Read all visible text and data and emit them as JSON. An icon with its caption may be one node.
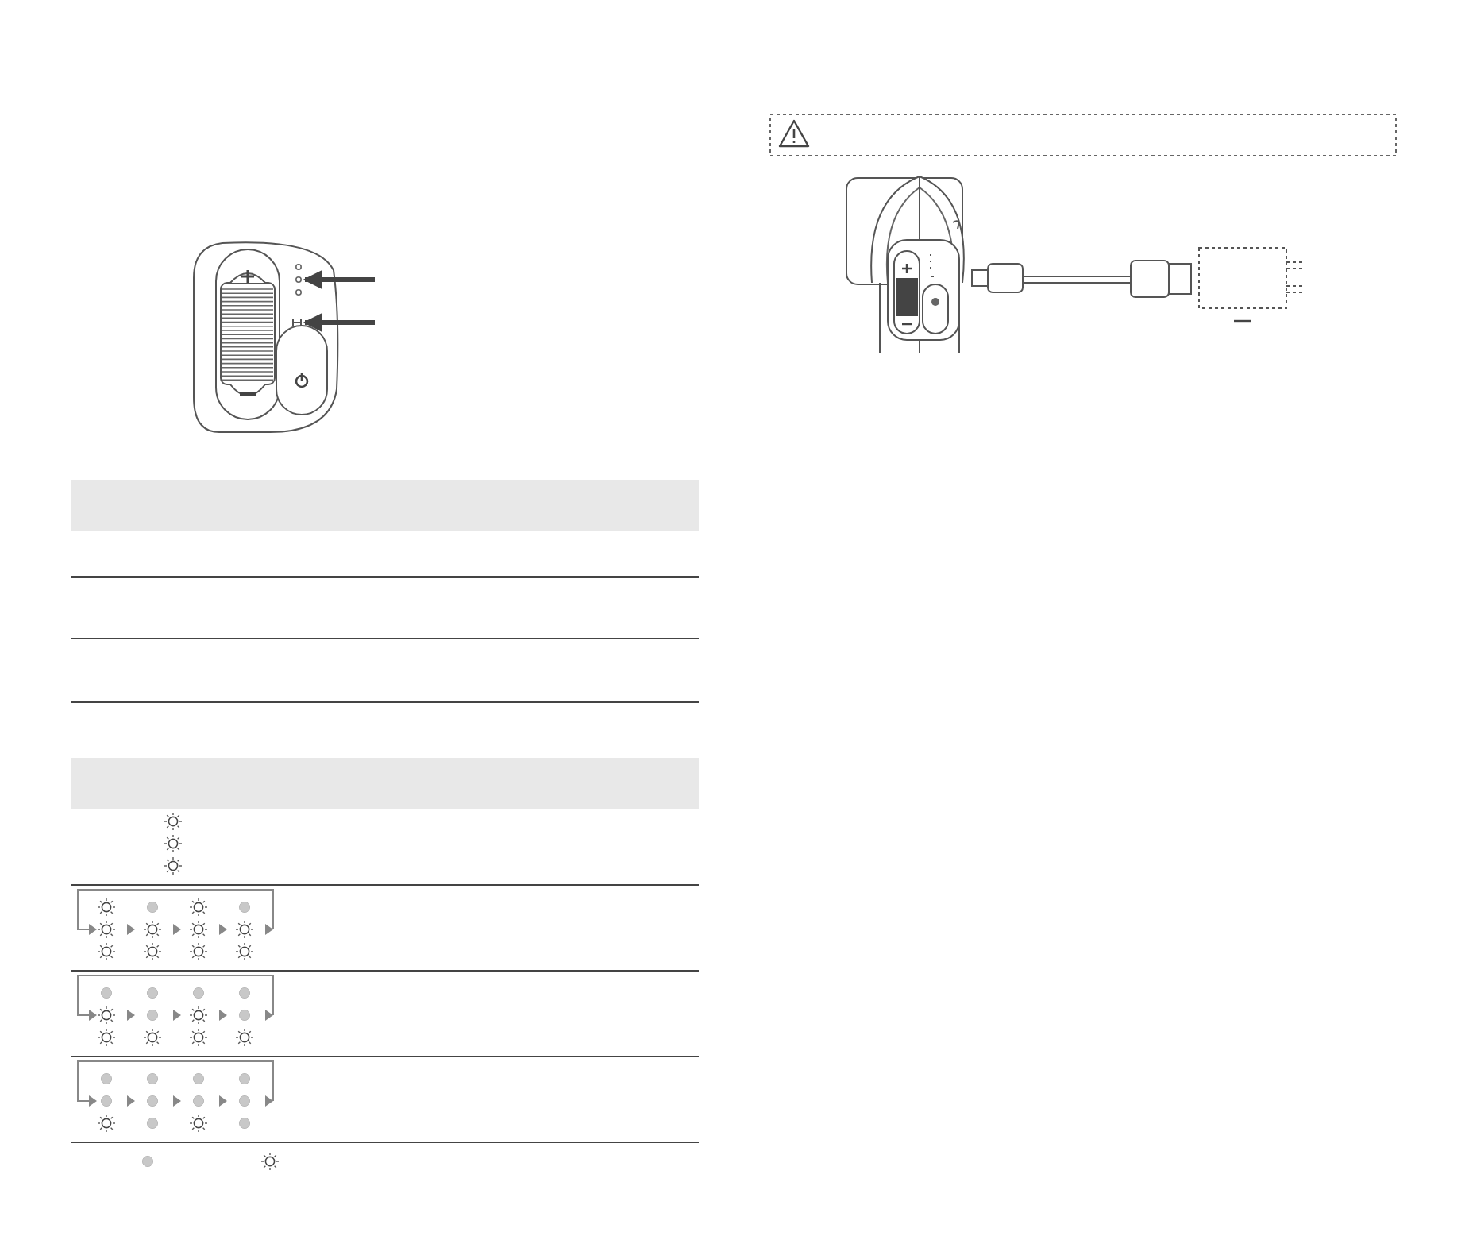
{
  "diagram": {
    "nodes": [
      {
        "text": [],
        "shape": "circle"
      },
      {
        "text": [],
        "shape": "box"
      }
    ],
    "edges": [
      {
        "from": null,
        "to": 0,
        "arrow": "to"
      },
      {
        "from": null,
        "to": 1,
        "arrow": "to"
      }
    ]
  }
}
